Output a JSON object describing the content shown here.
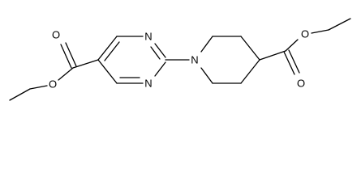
{
  "molecule": {
    "atoms": {
      "o_ester_left_carbonyl": "O",
      "o_ester_left_ether": "O",
      "n_pyrimidine_top": "N",
      "n_pyrimidine_bottom": "N",
      "n_piperidine": "N",
      "o_ester_right_ether": "O",
      "o_ester_right_carbonyl": "O"
    }
  }
}
